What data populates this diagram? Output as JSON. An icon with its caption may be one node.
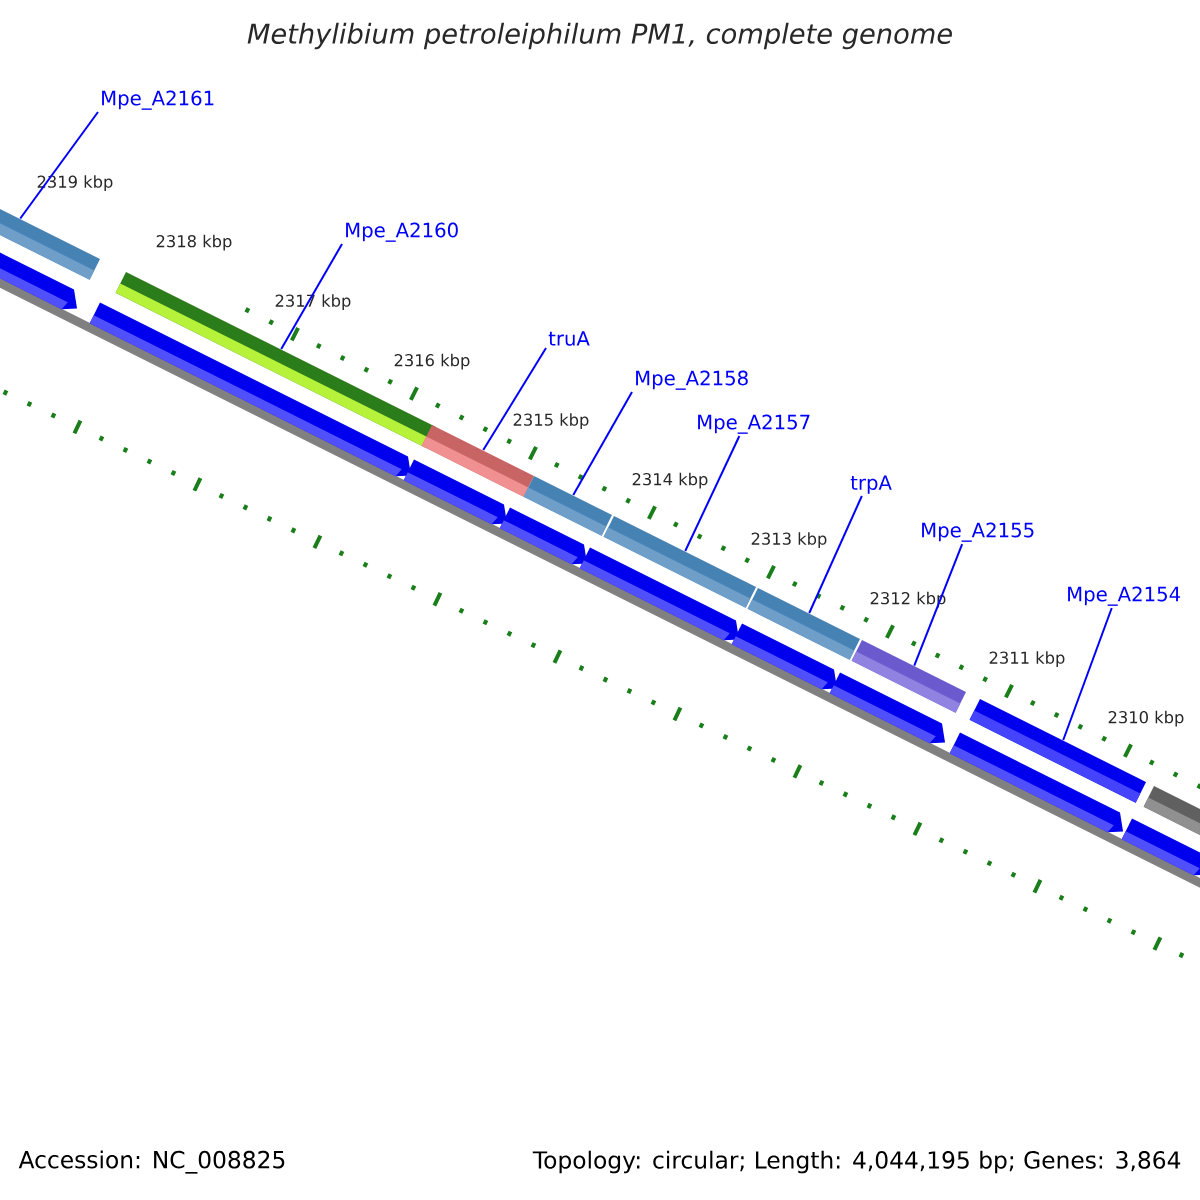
{
  "diagram": {
    "title": "Methylibium petroleiphilum PM1, complete genome",
    "nodes": [
      {
        "text": [
          "Mpe_A2161"
        ]
      },
      {
        "text": [
          "Mpe_A2160"
        ]
      },
      {
        "text": [
          "truA"
        ]
      },
      {
        "text": [
          "Mpe_A2158"
        ]
      },
      {
        "text": [
          "Mpe_A2157"
        ]
      },
      {
        "text": [
          "trpA"
        ]
      },
      {
        "text": [
          "Mpe_A2155"
        ]
      },
      {
        "text": [
          "Mpe_A2154"
        ]
      },
      {
        "text": [],
        "shape": "bar"
      },
      {
        "text": [],
        "shape": "bar"
      },
      {
        "text": [],
        "shape": "bar"
      },
      {
        "text": [],
        "shape": "bar"
      },
      {
        "text": [],
        "shape": "bar"
      },
      {
        "text": [],
        "shape": "bar"
      },
      {
        "text": [],
        "shape": "bar"
      },
      {
        "text": [],
        "shape": "bar"
      },
      {
        "text": [],
        "shape": "bar"
      },
      {
        "text": [],
        "shape": "pentagon"
      },
      {
        "text": [],
        "shape": "pentagon"
      },
      {
        "text": [],
        "shape": "pentagon"
      },
      {
        "text": [],
        "shape": "pentagon"
      },
      {
        "text": [],
        "shape": "pentagon"
      },
      {
        "text": [],
        "shape": "pentagon"
      },
      {
        "text": [],
        "shape": "pentagon"
      },
      {
        "text": [],
        "shape": "pentagon"
      },
      {
        "text": [],
        "shape": "pentagon"
      }
    ],
    "edges": [
      {
        "from": 0,
        "to": 8,
        "arrow": "none"
      },
      {
        "from": 1,
        "to": 9,
        "arrow": "none"
      },
      {
        "from": 2,
        "to": 10,
        "arrow": "none"
      },
      {
        "from": 3,
        "to": 11,
        "arrow": "none"
      },
      {
        "from": 4,
        "to": 12,
        "arrow": "none"
      },
      {
        "from": 5,
        "to": 13,
        "arrow": "none"
      },
      {
        "from": 6,
        "to": 14,
        "arrow": "none"
      },
      {
        "from": 7,
        "to": 15,
        "arrow": "none"
      }
    ],
    "labels": [
      "2319 kbp",
      "2318 kbp",
      "2317 kbp",
      "2316 kbp",
      "2315 kbp",
      "2314 kbp",
      "2313 kbp",
      "2312 kbp",
      "2311 kbp",
      "2310 kbp",
      "Accession: NC_008825",
      "Topology: circular; Length: 4,044,195 bp; Genes: 3,864"
    ]
  }
}
